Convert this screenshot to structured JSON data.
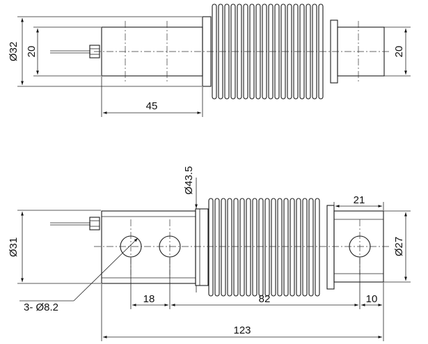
{
  "top_view": {
    "diameter_label": "Ø32",
    "body_height_label": "20",
    "length_label": "45",
    "end_height_label": "20"
  },
  "front_view": {
    "flange_label": "Ø43.5",
    "height_label": "Ø31",
    "hole_label": "3- Ø8.2",
    "end_width_label": "21",
    "end_diameter_label": "Ø27",
    "pitch_label": "18",
    "span_label": "82",
    "offset_label": "10",
    "total_label": "123"
  }
}
